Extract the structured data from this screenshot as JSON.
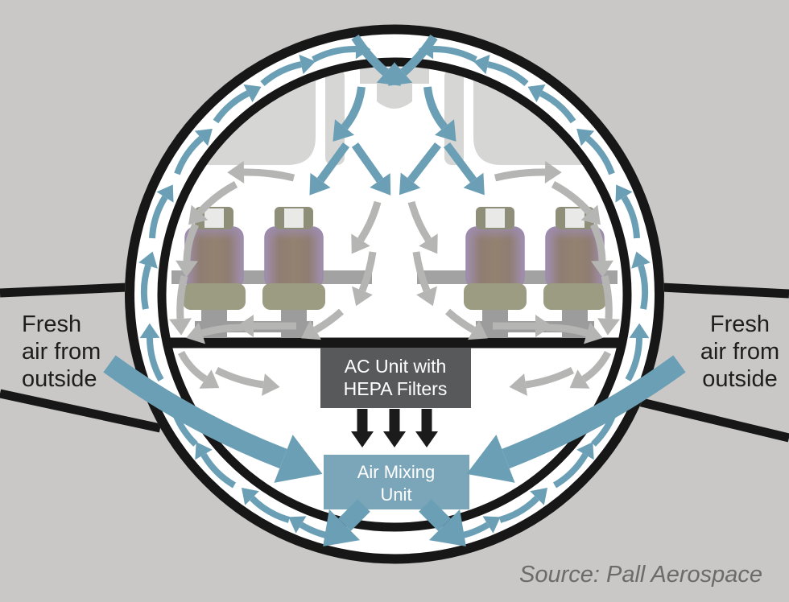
{
  "labels": {
    "fresh_left": [
      "Fresh",
      "air from",
      "outside"
    ],
    "fresh_right": [
      "Fresh",
      "air from",
      "outside"
    ],
    "ac_unit": [
      "AC Unit with",
      "HEPA Filters"
    ],
    "mixing_unit": [
      "Air Mixing",
      "Unit"
    ],
    "source": "Source: Pall Aerospace"
  },
  "colors": {
    "background": "#c9c8c6",
    "cabin_fill": "#ffffff",
    "wall": "#171717",
    "bin": "#d6d6d5",
    "flow_blue": "#6b9fb5",
    "flow_gray": "#b5b5b4",
    "duct_black": "#1b1b1b",
    "ac_box": "#58595b",
    "mixing_box": "#7ba6b9",
    "box_text": "#ffffff",
    "label_text": "#1e1e1e",
    "source_text": "#6b6b6b",
    "seat_cushion": "#9c9c82",
    "seat_frame": "#9c9c9c",
    "seat_headrest": "#8f8f79",
    "seat_stripe": "#e9e9e8"
  },
  "arrows": {
    "channel_blue": {
      "w": 8,
      "items": [
        [
          389,
          74,
          442,
          61,
          7
        ],
        [
          326,
          104,
          374,
          80,
          7
        ],
        [
          268,
          151,
          308,
          116,
          7
        ],
        [
          220,
          216,
          250,
          172,
          7
        ],
        [
          189,
          296,
          205,
          245,
          7
        ],
        [
          181,
          384,
          184,
          330,
          7
        ],
        [
          200,
          472,
          186,
          420,
          7
        ],
        [
          243,
          552,
          215,
          506,
          7
        ],
        [
          291,
          603,
          253,
          565,
          7
        ],
        [
          359,
          646,
          313,
          619,
          7
        ],
        [
          426,
          668,
          374,
          652,
          7
        ],
        [
          591,
          74,
          538,
          61,
          -7
        ],
        [
          654,
          104,
          606,
          80,
          -7
        ],
        [
          712,
          151,
          672,
          116,
          -7
        ],
        [
          760,
          216,
          730,
          172,
          -7
        ],
        [
          791,
          296,
          775,
          245,
          -7
        ],
        [
          799,
          384,
          796,
          330,
          -7
        ],
        [
          780,
          472,
          794,
          420,
          -7
        ],
        [
          737,
          552,
          765,
          506,
          -7
        ],
        [
          689,
          603,
          727,
          565,
          -7
        ],
        [
          621,
          646,
          667,
          619,
          -7
        ],
        [
          554,
          668,
          606,
          652,
          -7
        ]
      ]
    },
    "inlet_blue": {
      "w": 11,
      "items": [
        [
          441,
          46,
          479,
          90,
          -4
        ],
        [
          539,
          46,
          501,
          90,
          4
        ]
      ]
    },
    "interior_blue": {
      "w": 10,
      "items": [
        [
          449,
          108,
          428,
          158,
          8
        ],
        [
          531,
          108,
          552,
          158,
          -8
        ],
        [
          430,
          180,
          398,
          224,
          0
        ],
        [
          441,
          180,
          472,
          224,
          0
        ],
        [
          544,
          180,
          510,
          224,
          0
        ],
        [
          555,
          180,
          588,
          224,
          0
        ]
      ]
    },
    "interior_gray": {
      "w": 9,
      "items": [
        [
          365,
          221,
          303,
          214,
          -4
        ],
        [
          293,
          229,
          248,
          264,
          -5
        ],
        [
          243,
          279,
          232,
          324,
          -5
        ],
        [
          229,
          343,
          224,
          396,
          -4
        ],
        [
          469,
          251,
          448,
          298,
          4
        ],
        [
          511,
          251,
          532,
          298,
          -4
        ],
        [
          463,
          313,
          450,
          361,
          3
        ],
        [
          517,
          313,
          530,
          361,
          -3
        ],
        [
          424,
          387,
          392,
          410,
          2
        ],
        [
          368,
          405,
          315,
          405,
          0
        ],
        [
          302,
          407,
          251,
          414,
          -4
        ],
        [
          225,
          438,
          255,
          471,
          -6
        ],
        [
          269,
          460,
          327,
          478,
          -5
        ],
        [
          615,
          221,
          677,
          214,
          4
        ],
        [
          687,
          229,
          732,
          264,
          5
        ],
        [
          737,
          279,
          748,
          324,
          5
        ],
        [
          751,
          343,
          756,
          396,
          4
        ],
        [
          556,
          387,
          588,
          410,
          -2
        ],
        [
          612,
          405,
          665,
          405,
          0
        ],
        [
          678,
          407,
          729,
          414,
          4
        ],
        [
          755,
          438,
          725,
          471,
          6
        ],
        [
          711,
          460,
          653,
          478,
          5
        ]
      ]
    },
    "duct_black": {
      "w": 13,
      "hl": 20,
      "hh": 14,
      "items": [
        [
          450,
          508,
          450,
          536,
          0
        ],
        [
          490,
          508,
          490,
          536,
          0
        ],
        [
          530,
          508,
          530,
          536,
          0
        ]
      ]
    },
    "fresh_intake": {
      "w": 26,
      "hl": 52,
      "hh": 32,
      "items": [
        [
          136,
          452,
          352,
          570,
          -16
        ],
        [
          844,
          452,
          628,
          570,
          16
        ]
      ]
    },
    "mixing_exit": {
      "w": 22,
      "hl": 38,
      "hh": 27,
      "items": [
        [
          452,
          628,
          428,
          652,
          0
        ],
        [
          528,
          628,
          552,
          652,
          0
        ]
      ]
    }
  },
  "seats": {
    "pairs": [
      {
        "bar": [
          213,
          336,
          249,
          17
        ],
        "centers": [
          266,
          365
        ]
      },
      {
        "bar": [
          518,
          336,
          249,
          17
        ],
        "centers": [
          615,
          714
        ]
      }
    ]
  }
}
